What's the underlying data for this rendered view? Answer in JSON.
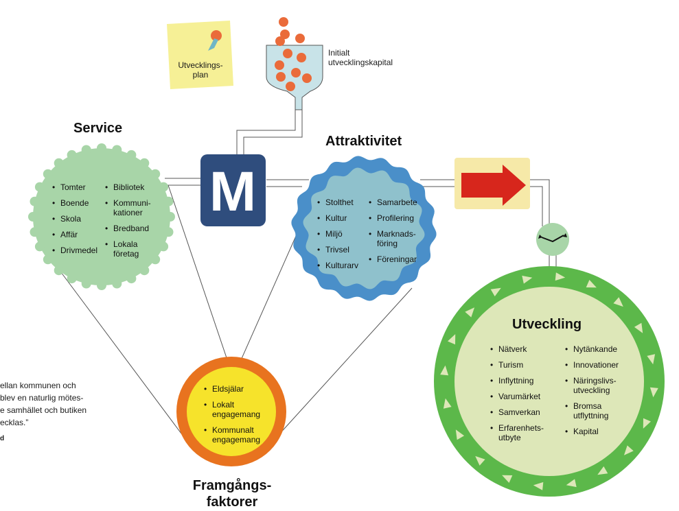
{
  "colors": {
    "service_fill": "#a8d5a8",
    "attraktivitet_outer": "#4a8fc9",
    "attraktivitet_inner": "#8fc1cc",
    "utveckling_outer": "#5cb84a",
    "utveckling_inner": "#dde7b8",
    "framgang_outer": "#e8731f",
    "framgang_inner": "#f6e32b",
    "m_box": "#2f4d7d",
    "arrow_red": "#d7261c",
    "arrow_box": "#f6e9a8",
    "note": "#f6f096",
    "seed": "#ea6b3a",
    "funnel": "#c8e3e8"
  },
  "note": {
    "label": "Utvecklings-\nplan"
  },
  "funnel": {
    "label": "Initialt\nutvecklingskapital"
  },
  "m_logo": {
    "letter": "M"
  },
  "service": {
    "title": "Service",
    "col1": [
      "Tomter",
      "Boende",
      "Skola",
      "Affär",
      "Drivmedel"
    ],
    "col2": [
      "Bibliotek",
      "Kommuni-\nkationer",
      "Bredband",
      "Lokala\nföretag"
    ]
  },
  "attraktivitet": {
    "title": "Attraktivitet",
    "col1": [
      "Stolthet",
      "Kultur",
      "Miljö",
      "Trivsel",
      "Kulturarv"
    ],
    "col2": [
      "Samarbete",
      "Profilering",
      "Marknads-\nföring",
      "Föreningar"
    ]
  },
  "utveckling": {
    "title": "Utveckling",
    "col1": [
      "Nätverk",
      "Turism",
      "Inflyttning",
      "Varumärket",
      "Samverkan",
      "Erfarenhets-\nutbyte"
    ],
    "col2": [
      "Nytänkande",
      "Innovationer",
      "Näringslivs-\nutveckling",
      "Bromsa\nutflyttning",
      "Kapital"
    ]
  },
  "framgang": {
    "title": "Framgångs-\nfaktorer",
    "items": [
      "Eldsjälar",
      "Lokalt\nengagemang",
      "Kommunalt\nengagemang"
    ]
  },
  "quote": {
    "lines": [
      "ellan kommunen och",
      "blev en naturlig mötes-",
      "e samhället och butiken",
      "ecklas.”"
    ],
    "signature": "d"
  }
}
